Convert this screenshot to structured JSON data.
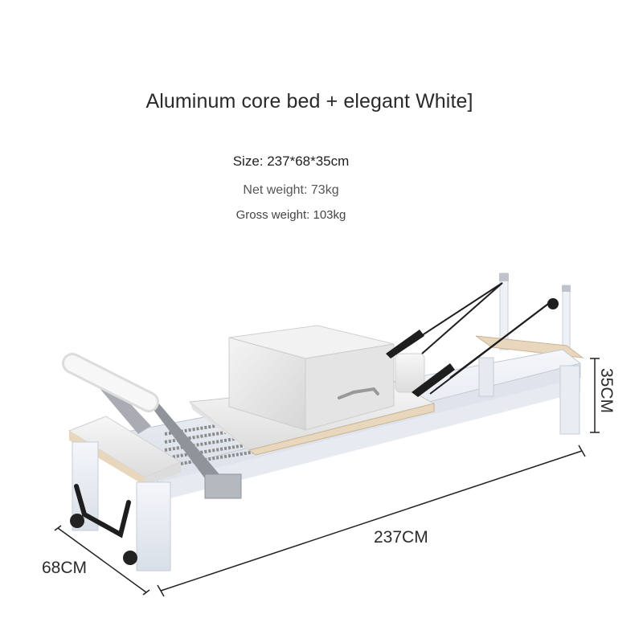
{
  "title": "Aluminum core bed + elegant White]",
  "specs": {
    "size": "Size: 237*68*35cm",
    "net_weight": "Net weight: 73kg",
    "gross_weight": "Gross weight: 103kg"
  },
  "dimensions": {
    "length": "237CM",
    "width": "68CM",
    "height": "35CM"
  },
  "product": {
    "description_icon": "pilates-reformer-icon",
    "frame_color": "#e9edf3",
    "accent_wood": "#e8d7bd",
    "cushion_color": "#f2f2f2",
    "strap_color": "#1e1e1e",
    "spring_color": "#8a8a8a"
  }
}
